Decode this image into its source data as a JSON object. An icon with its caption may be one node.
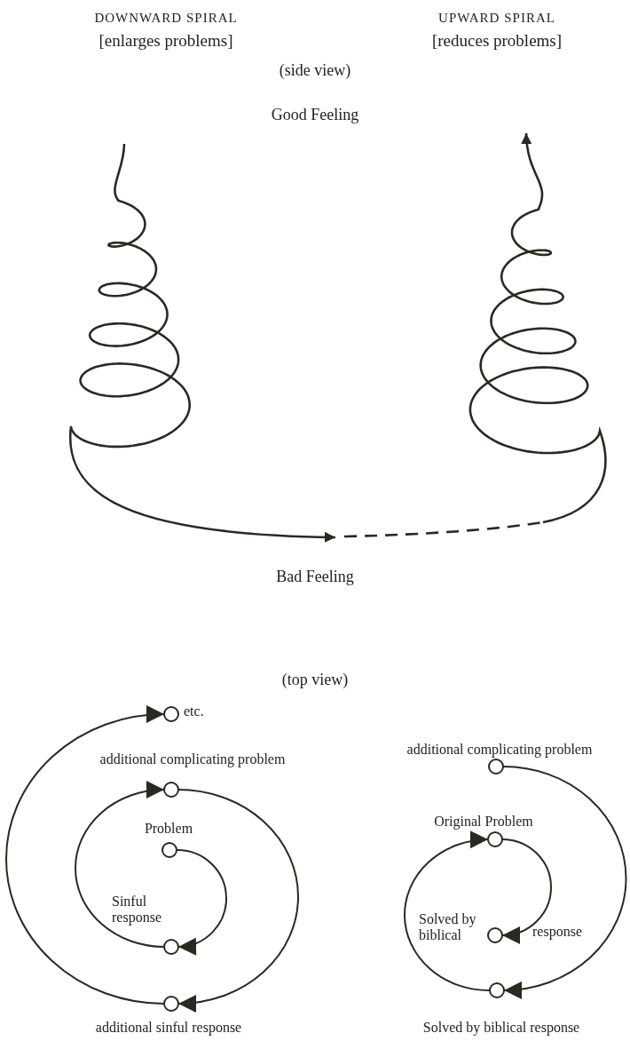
{
  "diagram": {
    "nodes": [
      {
        "text": [],
        "shape": "circle",
        "beside": [
          "etc."
        ]
      },
      {
        "text": [],
        "shape": "circle",
        "beside": [
          "additional complicating problem"
        ]
      },
      {
        "text": [],
        "shape": "circle",
        "beside": [
          "Problem"
        ]
      },
      {
        "text": [],
        "shape": "circle",
        "beside": [
          "Sinful response"
        ]
      },
      {
        "text": [],
        "shape": "circle",
        "beside": [
          "additional sinful response"
        ]
      },
      {
        "text": [],
        "shape": "circle",
        "beside": [
          "additional complicating problem"
        ]
      },
      {
        "text": [],
        "shape": "circle",
        "beside": [
          "Original Problem"
        ]
      },
      {
        "text": [],
        "shape": "circle",
        "beside": [
          "Solved by biblical",
          "response"
        ]
      },
      {
        "text": [],
        "shape": "circle",
        "beside": [
          "Solved by biblical response"
        ]
      }
    ],
    "edges": [
      {
        "from": 2,
        "to": 3,
        "arrow": "to"
      },
      {
        "from": 3,
        "to": 1,
        "arrow": "to"
      },
      {
        "from": 1,
        "to": 4,
        "arrow": "to"
      },
      {
        "from": 4,
        "to": 0,
        "arrow": "to"
      },
      {
        "from": 6,
        "to": 7,
        "arrow": "to"
      },
      {
        "from": 8,
        "to": 6,
        "arrow": "to"
      },
      {
        "from": 5,
        "to": 8,
        "arrow": "to"
      }
    ],
    "labels": [
      "DOWNWARD SPIRAL",
      "[enlarges problems]",
      "UPWARD SPIRAL",
      "[reduces problems]",
      "(side view)",
      "Good Feeling",
      "Bad Feeling",
      "(top view)"
    ]
  }
}
